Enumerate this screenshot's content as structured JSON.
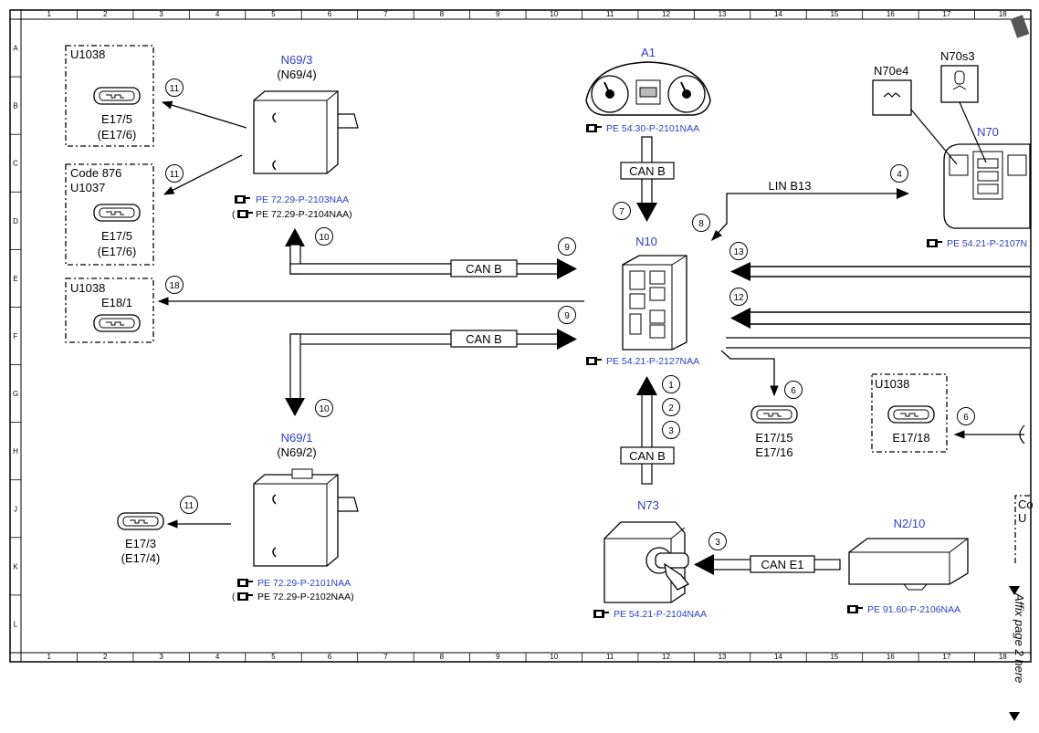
{
  "grid": {
    "columns": [
      "1",
      "2",
      "3",
      "4",
      "5",
      "6",
      "7",
      "8",
      "9",
      "10",
      "11",
      "12",
      "13",
      "14",
      "15",
      "16",
      "17",
      "18"
    ],
    "rows": [
      "A",
      "B",
      "C",
      "D",
      "E",
      "F",
      "G",
      "H",
      "J",
      "K",
      "L"
    ]
  },
  "components": {
    "a1": {
      "id": "A1",
      "ref": "PE 54.30-P-2101NAA"
    },
    "n10": {
      "id": "N10",
      "ref": "PE 54.21-P-2127NAA"
    },
    "n69_3": {
      "id": "N69/3",
      "alt": "(N69/4)",
      "ref": "PE 72.29-P-2103NAA",
      "ref_alt": "PE 72.29-P-2104NAA)",
      "alt_paren": "("
    },
    "n69_1": {
      "id": "N69/1",
      "alt": "(N69/2)",
      "ref": "PE 72.29-P-2101NAA",
      "ref_alt": "PE 72.29-P-2102NAA)",
      "alt_paren": "("
    },
    "n73": {
      "id": "N73",
      "ref": "PE 54.21-P-2104NAA"
    },
    "n2_10": {
      "id": "N2/10",
      "ref": "PE 91.60-P-2106NAA"
    },
    "n70": {
      "id": "N70",
      "ref": "PE 54.21-P-2107N"
    },
    "n70e4": {
      "id": "N70e4"
    },
    "n70s3": {
      "id": "N70s3"
    }
  },
  "boxes": [
    {
      "code": "U1038",
      "connector": "E17/5",
      "connector_alt": "(E17/6)"
    },
    {
      "code": "Code 876",
      "code2": "U1037",
      "connector": "E17/5",
      "connector_alt": "(E17/6)"
    },
    {
      "code": "U1038",
      "connector": "E18/1"
    },
    {
      "code": "U1038",
      "connector": "E17/18"
    }
  ],
  "loose_connectors": {
    "e17_3": "E17/3",
    "e17_4": "(E17/4)",
    "e17_15": "E17/15",
    "e17_16": "E17/16"
  },
  "buses": {
    "can_b": "CAN B",
    "can_e1": "CAN E1",
    "lin_b13": "LIN B13"
  },
  "callouts": {
    "c1": "1",
    "c2": "2",
    "c3": "3",
    "c3b": "3",
    "c4": "4",
    "c6": "6",
    "c6b": "6",
    "c7": "7",
    "c8": "8",
    "c9a": "9",
    "c9b": "9",
    "c10a": "10",
    "c10b": "10",
    "c11a": "11",
    "c11b": "11",
    "c11c": "11",
    "c12": "12",
    "c13": "13",
    "c18": "18"
  },
  "clipped_right": {
    "c1": "Co",
    "c2": "U"
  },
  "side_note": "Affix page 2 here",
  "colors": {
    "blue": "#2a3fc9",
    "line": "#000000"
  }
}
